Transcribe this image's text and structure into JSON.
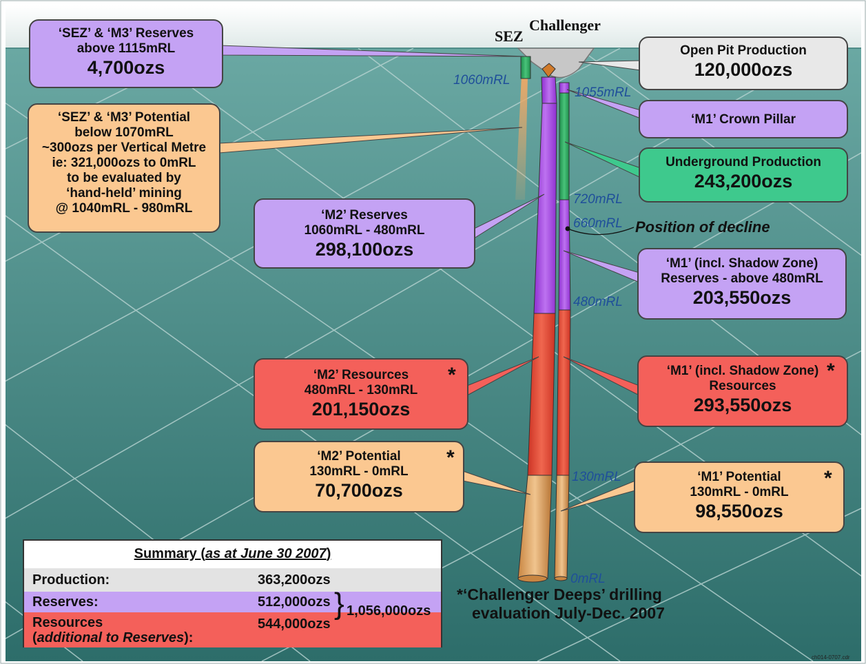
{
  "titles": {
    "sez": "SEZ",
    "challenger": "Challenger"
  },
  "callouts": {
    "sez_m3_reserves": {
      "lines": [
        "‘SEZ’ & ‘M3’ Reserves",
        "above 1115mRL"
      ],
      "value": "4,700ozs",
      "color": "#c4a2f4"
    },
    "sez_m3_potential": {
      "lines": [
        "‘SEZ’ & ‘M3’ Potential",
        "below 1070mRL",
        "~300ozs per Vertical Metre",
        "ie: 321,000ozs to 0mRL",
        "to be evaluated by",
        "‘hand-held’ mining",
        "@ 1040mRL - 980mRL"
      ],
      "color": "#fbc891"
    },
    "open_pit": {
      "lines": [
        "Open Pit Production"
      ],
      "value": "120,000ozs",
      "color": "#e8e8e8"
    },
    "m1_crown": {
      "lines": [
        "‘M1’ Crown Pillar"
      ],
      "color": "#c4a2f4"
    },
    "underground": {
      "lines": [
        "Underground Production"
      ],
      "value": "243,200ozs",
      "color": "#3ec98d"
    },
    "m2_reserves": {
      "lines": [
        "‘M2’ Reserves",
        "1060mRL - 480mRL"
      ],
      "value": "298,100ozs",
      "color": "#c4a2f4"
    },
    "m1_reserves": {
      "lines": [
        "‘M1’ (incl. Shadow Zone)",
        "Reserves - above 480mRL"
      ],
      "value": "203,550ozs",
      "color": "#c4a2f4"
    },
    "m2_resources": {
      "lines": [
        "‘M2’ Resources",
        "480mRL - 130mRL"
      ],
      "value": "201,150ozs",
      "color": "#f4605a"
    },
    "m1_resources": {
      "lines": [
        "‘M1’ (incl. Shadow Zone)",
        "Resources"
      ],
      "value": "293,550ozs",
      "color": "#f4605a"
    },
    "m2_potential": {
      "lines": [
        "‘M2’ Potential",
        "130mRL - 0mRL"
      ],
      "value": "70,700ozs",
      "color": "#fbc891"
    },
    "m1_potential": {
      "lines": [
        "‘M1’ Potential",
        "130mRL - 0mRL"
      ],
      "value": "98,550ozs",
      "color": "#fbc891"
    }
  },
  "star": "*",
  "levels": [
    "1060mRL",
    "1055mRL",
    "720mRL",
    "660mRL",
    "480mRL",
    "130mRL",
    "0mRL"
  ],
  "decline_label": "Position of decline",
  "deeps_note": {
    "line1": "*‘Challenger Deeps’ drilling",
    "line2": "evaluation July-Dec. 2007"
  },
  "summary": {
    "heading": "Summary (",
    "heading_italic": "as at June 30 2007",
    "heading_end": ")",
    "rows": [
      {
        "label": "Production:",
        "value": "363,200ozs",
        "color": "#e3e3e3"
      },
      {
        "label": "Reserves:",
        "value": "512,000ozs",
        "color": "#c4a2f4"
      },
      {
        "label": "Resources",
        "label2": "additional to Reserves",
        "value": "544,000ozs",
        "color": "#f4605a"
      }
    ],
    "total": "1,056,000ozs"
  },
  "credit": "ch014-0707.cdr",
  "colors": {
    "sky": "#ffffff",
    "ground_top": "#5d9e9a",
    "ground_bottom": "#2f6f6c",
    "grid": "#a9c9c7",
    "tan": "#d99a55",
    "purple": "#a64de0",
    "red": "#e5442f",
    "green": "#2fa761",
    "level_text": "#1f4f9a"
  }
}
